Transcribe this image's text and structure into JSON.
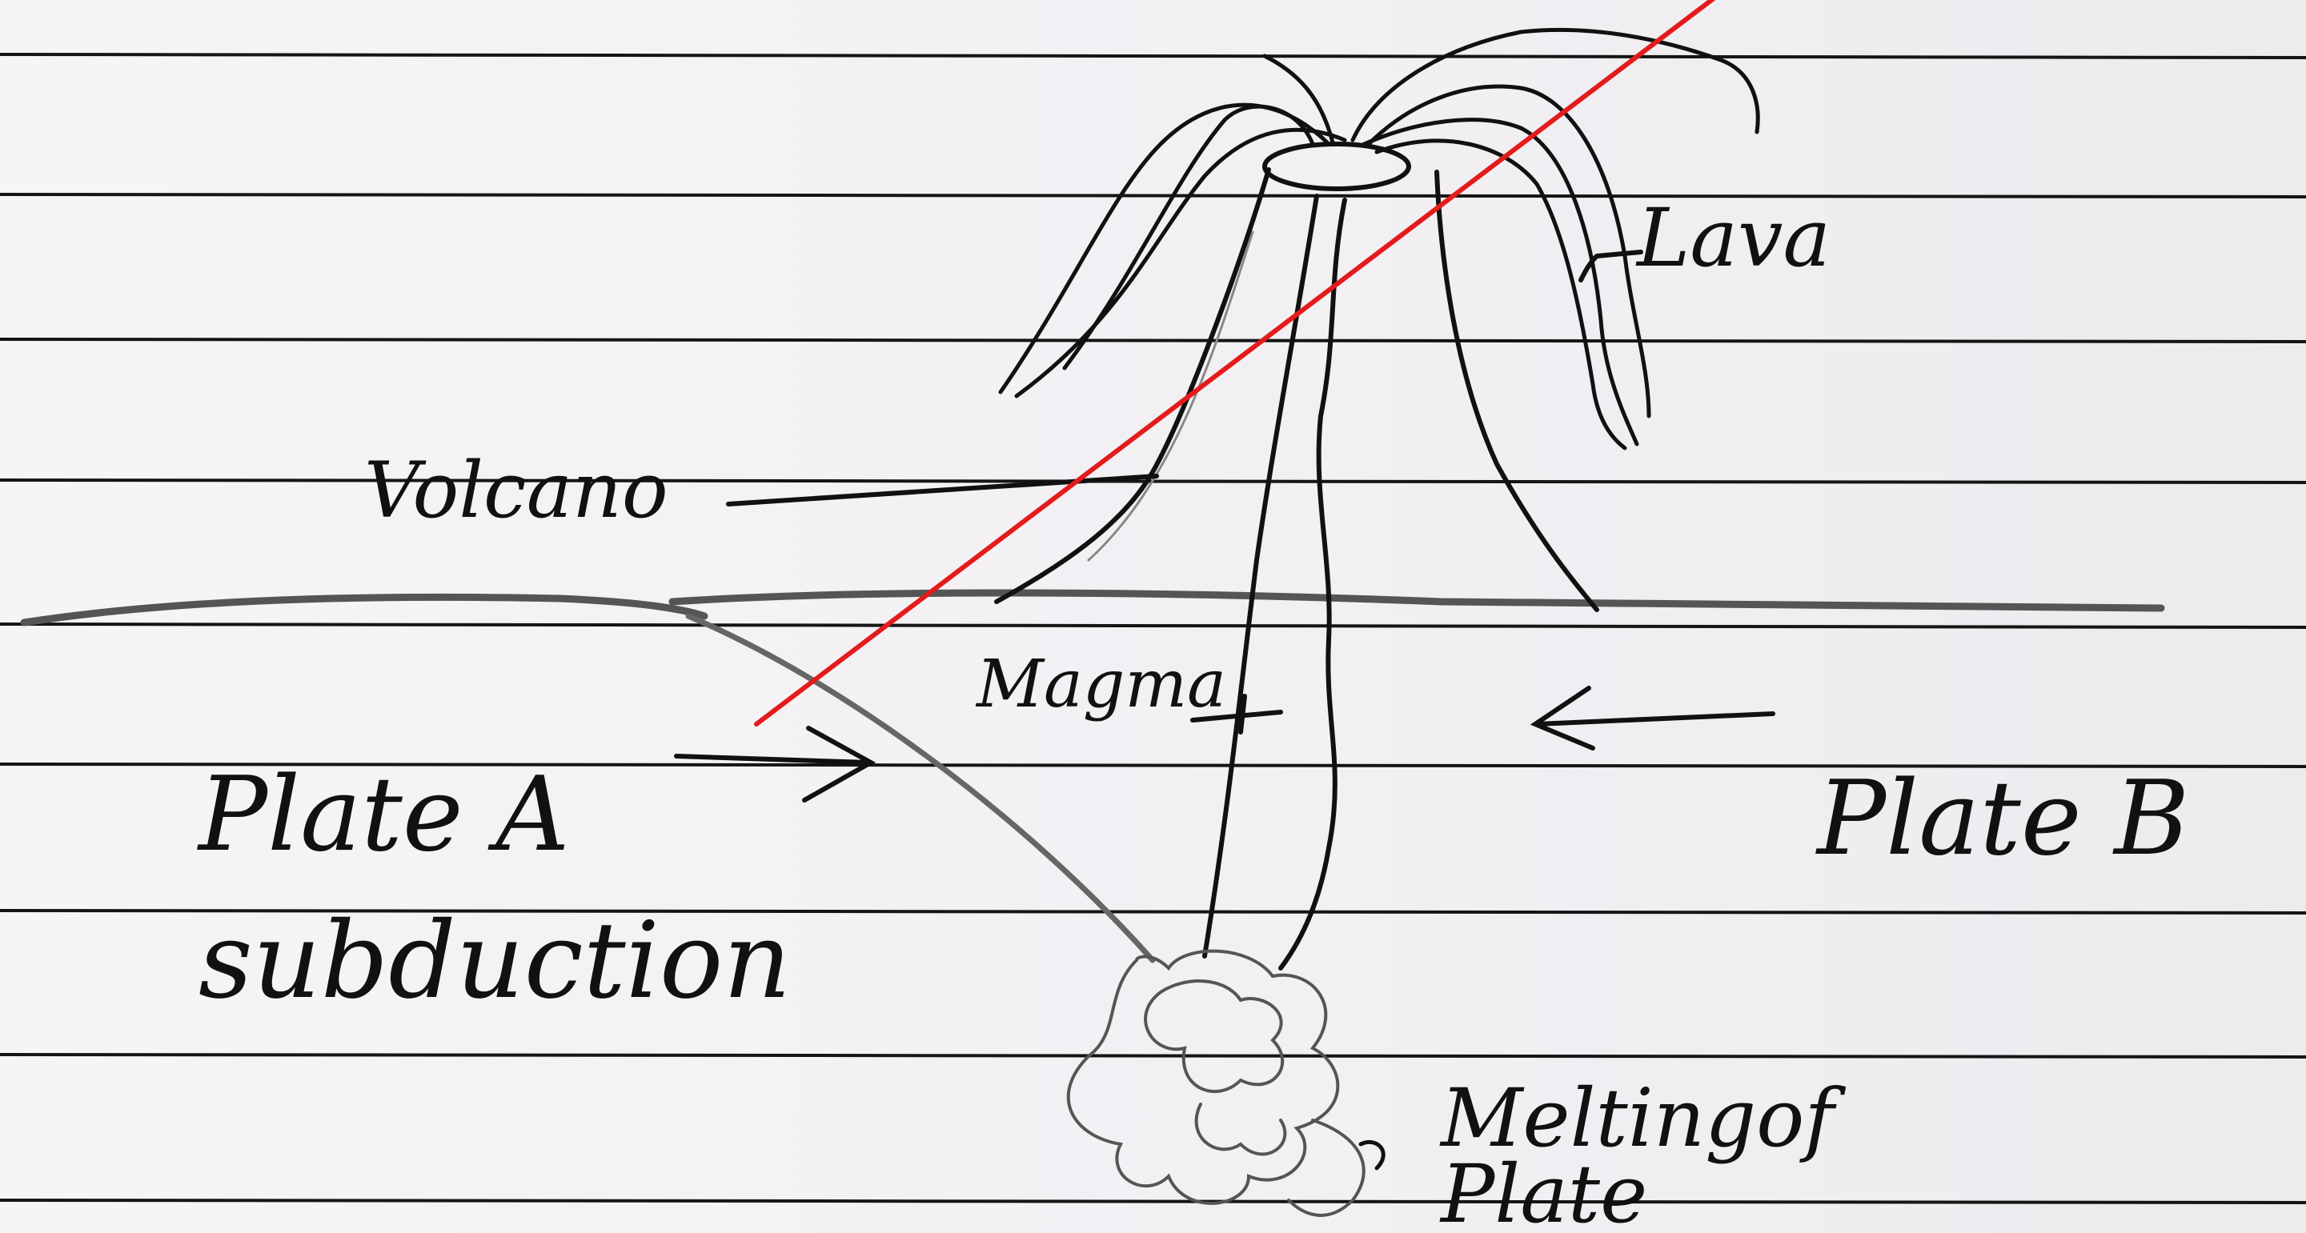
{
  "diagram": {
    "labels": {
      "volcano": "Volcano",
      "lava": "Lava",
      "magma": "Magma",
      "plate_a": "Plate A",
      "subduction": "subduction",
      "plate_b": "Plate B",
      "melting_of_plate": "Meltingof\nPlate"
    },
    "colors": {
      "paper": "#f3f1f2",
      "ruled_line": "#151515",
      "ink": "#111111",
      "pencil": "#6a6a6a",
      "strike_line": "#e41b1b"
    }
  }
}
